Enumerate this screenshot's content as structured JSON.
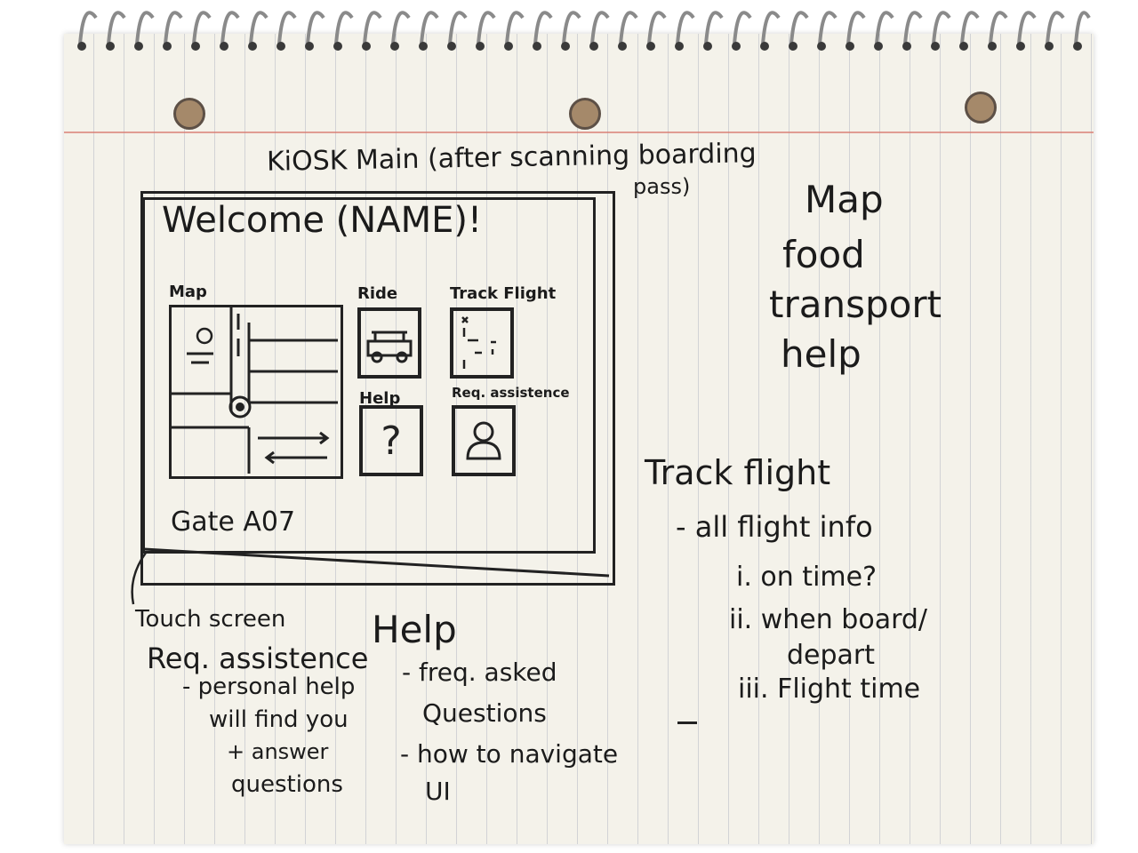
{
  "sketch": {
    "title_line1": "KiOSK Main (after scanning boarding",
    "title_line2": "pass)",
    "kiosk": {
      "welcome": "Welcome (NAME)!",
      "map_label": "Map",
      "ride_label": "Ride",
      "track_flight_label": "Track Flight",
      "help_label": "Help",
      "req_assistance_label": "Req. assistence",
      "help_glyph": "?",
      "gate": "Gate A07"
    },
    "touch_screen_note": "Touch screen",
    "menu_list": [
      "Map",
      "food",
      "transport",
      "help"
    ],
    "track_flight": {
      "heading": "Track flight",
      "item": "- all flight info",
      "sub": [
        "i. on time?",
        "ii. when board/",
        "depart",
        "iii. Flight time"
      ]
    },
    "req_assistance": {
      "heading": "Req. assistence",
      "lines": [
        "- personal help",
        "will find you",
        "+ answer",
        "questions"
      ]
    },
    "help": {
      "heading": "Help",
      "lines": [
        "- freq. asked",
        "Questions",
        "- how to navigate",
        "UI"
      ]
    }
  }
}
